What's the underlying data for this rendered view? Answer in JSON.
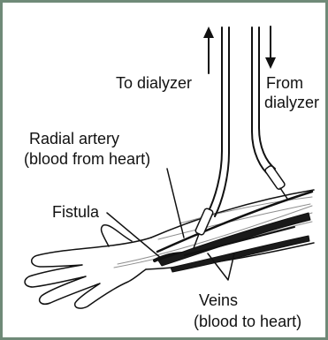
{
  "colors": {
    "frame_border": "#6f8a78",
    "line": "#111111",
    "vessel_fill": "#1a1a1a",
    "tendon": "#8f8f8f"
  },
  "labels": {
    "to_dialyzer": "To dialyzer",
    "from_dialyzer_line1": "From",
    "from_dialyzer_line2": "dialyzer",
    "radial_artery_line1": "Radial artery",
    "radial_artery_line2": "(blood from heart)",
    "fistula": "Fistula",
    "veins_line1": "Veins",
    "veins_line2": "(blood to heart)"
  },
  "icons": {
    "arrow_up": "arrow-up-icon",
    "arrow_down": "arrow-down-icon"
  }
}
